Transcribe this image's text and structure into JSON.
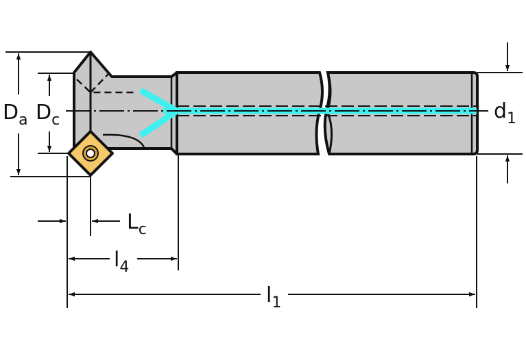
{
  "diagram": {
    "title": "Chamfer milling cutter with indexable insert and internal coolant",
    "colors": {
      "body": "#c8c8c8",
      "insert": "#f5c96a",
      "coolant": "#3ff0f0",
      "line": "#111111"
    },
    "labels": {
      "Da": {
        "main": "D",
        "sub": "a"
      },
      "Dc": {
        "main": "D",
        "sub": "c"
      },
      "d1": {
        "main": "d",
        "sub": "1"
      },
      "Lc": {
        "main": "L",
        "sub": "c"
      },
      "l4": {
        "main": "l",
        "sub": "4"
      },
      "l1": {
        "main": "l",
        "sub": "1"
      }
    }
  }
}
